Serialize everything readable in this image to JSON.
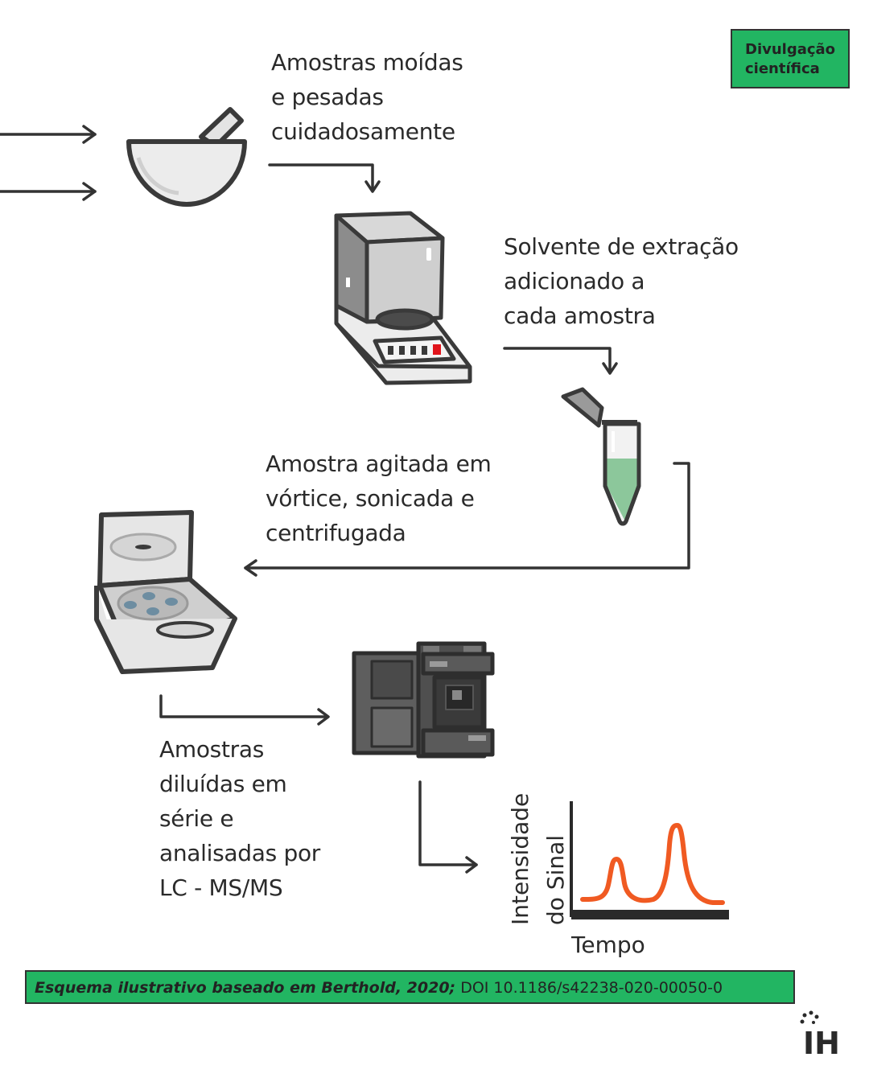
{
  "badge": {
    "line1": "Divulgação",
    "line2": "científica"
  },
  "steps": [
    {
      "lines": [
        "Amostras moídas",
        "e pesadas",
        "cuidadosamente"
      ]
    },
    {
      "lines": [
        "Solvente de extração",
        "adicionado a",
        "cada amostra"
      ]
    },
    {
      "lines": [
        "Amostra agitada em",
        "vórtice, sonicada e",
        "centrifugada"
      ]
    },
    {
      "lines": [
        "Amostras",
        "diluídas em",
        "série e",
        "analisadas por",
        "LC - MS/MS"
      ]
    }
  ],
  "plot": {
    "ylabel_line1": "Intensidade",
    "ylabel_line2": "do Sinal",
    "xlabel": "Tempo",
    "line_color": "#f05a22"
  },
  "footer": {
    "citation": "Esquema ilustrativo baseado em Berthold, 2020;",
    "doi": "DOI 10.1186/s42238-020-00050-0"
  },
  "logo": {
    "text": "IH"
  },
  "colors": {
    "accent_green": "#22b562",
    "outline": "#3a3a3a",
    "peak_orange": "#f05a22",
    "tube_liquid": "#8cc79b"
  },
  "icons": [
    "mortar-pestle-icon",
    "analytical-balance-icon",
    "microtube-icon",
    "centrifuge-icon",
    "lcms-instrument-icon"
  ]
}
